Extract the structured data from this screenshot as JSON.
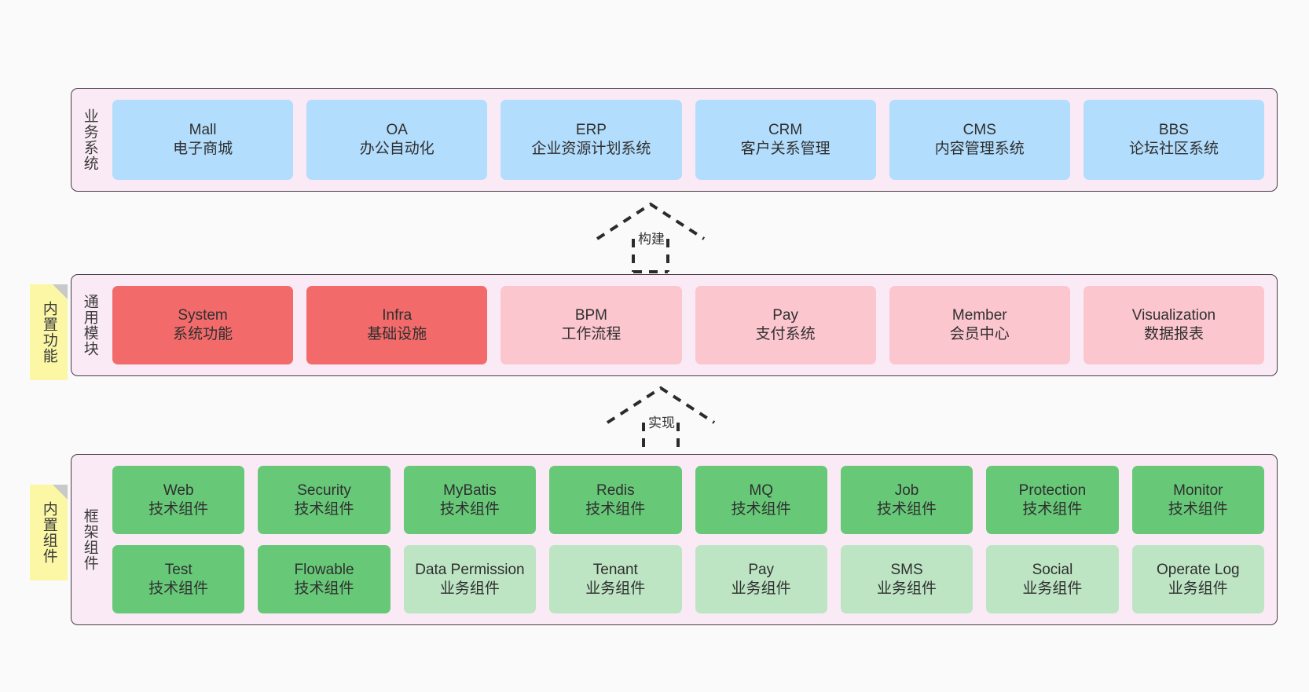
{
  "diagram": {
    "background": "#fafafa",
    "band_fill": "#faeaf5",
    "band_border": "#4a3d47"
  },
  "layers": [
    {
      "id": "business",
      "title": "业务系统",
      "rows": [
        {
          "cards": [
            {
              "title": "Mall",
              "subtitle": "电子商城",
              "color": "#b3ddfc"
            },
            {
              "title": "OA",
              "subtitle": "办公自动化",
              "color": "#b3ddfc"
            },
            {
              "title": "ERP",
              "subtitle": "企业资源计划系统",
              "color": "#b3ddfc"
            },
            {
              "title": "CRM",
              "subtitle": "客户关系管理",
              "color": "#b3ddfc"
            },
            {
              "title": "CMS",
              "subtitle": "内容管理系统",
              "color": "#b3ddfc"
            },
            {
              "title": "BBS",
              "subtitle": "论坛社区系统",
              "color": "#b3ddfc"
            }
          ]
        }
      ]
    },
    {
      "id": "common",
      "title": "通用模块",
      "note": "内置功能",
      "rows": [
        {
          "cards": [
            {
              "title": "System",
              "subtitle": "系统功能",
              "color": "#f26a6a"
            },
            {
              "title": "Infra",
              "subtitle": "基础设施",
              "color": "#f26a6a"
            },
            {
              "title": "BPM",
              "subtitle": "工作流程",
              "color": "#fcc6cf"
            },
            {
              "title": "Pay",
              "subtitle": "支付系统",
              "color": "#fcc6cf"
            },
            {
              "title": "Member",
              "subtitle": "会员中心",
              "color": "#fcc6cf"
            },
            {
              "title": "Visualization",
              "subtitle": "数据报表",
              "color": "#fcc6cf"
            }
          ]
        }
      ]
    },
    {
      "id": "framework",
      "title": "框架组件",
      "note": "内置组件",
      "rows": [
        {
          "cards": [
            {
              "title": "Web",
              "subtitle": "技术组件",
              "color": "#67c878"
            },
            {
              "title": "Security",
              "subtitle": "技术组件",
              "color": "#67c878"
            },
            {
              "title": "MyBatis",
              "subtitle": "技术组件",
              "color": "#67c878"
            },
            {
              "title": "Redis",
              "subtitle": "技术组件",
              "color": "#67c878"
            },
            {
              "title": "MQ",
              "subtitle": "技术组件",
              "color": "#67c878"
            },
            {
              "title": "Job",
              "subtitle": "技术组件",
              "color": "#67c878"
            },
            {
              "title": "Protection",
              "subtitle": "技术组件",
              "color": "#67c878"
            },
            {
              "title": "Monitor",
              "subtitle": "技术组件",
              "color": "#67c878"
            }
          ]
        },
        {
          "cards": [
            {
              "title": "Test",
              "subtitle": "技术组件",
              "color": "#67c878"
            },
            {
              "title": "Flowable",
              "subtitle": "技术组件",
              "color": "#67c878"
            },
            {
              "title": "Data Permission",
              "subtitle": "业务组件",
              "color": "#bde5c4"
            },
            {
              "title": "Tenant",
              "subtitle": "业务组件",
              "color": "#bde5c4"
            },
            {
              "title": "Pay",
              "subtitle": "业务组件",
              "color": "#bde5c4"
            },
            {
              "title": "SMS",
              "subtitle": "业务组件",
              "color": "#bde5c4"
            },
            {
              "title": "Social",
              "subtitle": "业务组件",
              "color": "#bde5c4"
            },
            {
              "title": "Operate Log",
              "subtitle": "业务组件",
              "color": "#bde5c4"
            }
          ]
        }
      ]
    }
  ],
  "connectors": [
    {
      "id": "build",
      "label": "构建",
      "from": "common",
      "to": "business",
      "style": "dashed-hollow-arrow"
    },
    {
      "id": "implement",
      "label": "实现",
      "from": "framework",
      "to": "common",
      "style": "dashed-hollow-arrow"
    }
  ]
}
